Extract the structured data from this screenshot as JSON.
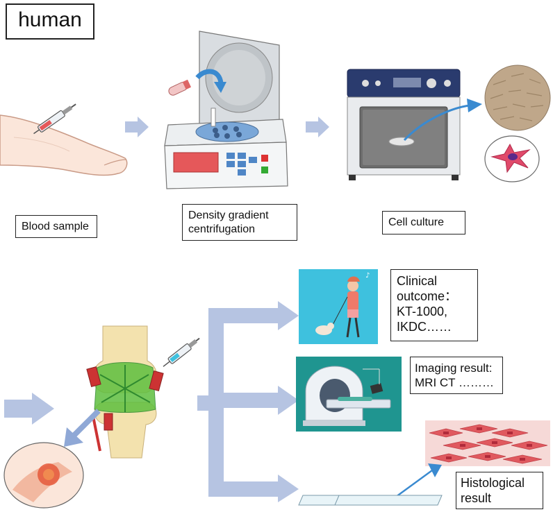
{
  "title": "human",
  "steps": {
    "blood_sample": "Blood sample",
    "density_gradient": [
      "Density gradient",
      "centrifugation"
    ],
    "cell_culture": "Cell culture"
  },
  "outcomes": {
    "clinical": [
      "Clinical",
      "outcome：",
      "KT-1000,",
      "IKDC……"
    ],
    "imaging": [
      "Imaging result:",
      "MRI CT ………"
    ],
    "histological": [
      "Histological",
      "result"
    ]
  },
  "colors": {
    "arrow": "#b6c4e2",
    "centrifuge_display": "#e5585a",
    "clinical_bg": "#3ec1de",
    "imaging_bg": "#1f9590",
    "tissue_bg": "#f6d9d7",
    "cell_red": "#e0595f"
  }
}
